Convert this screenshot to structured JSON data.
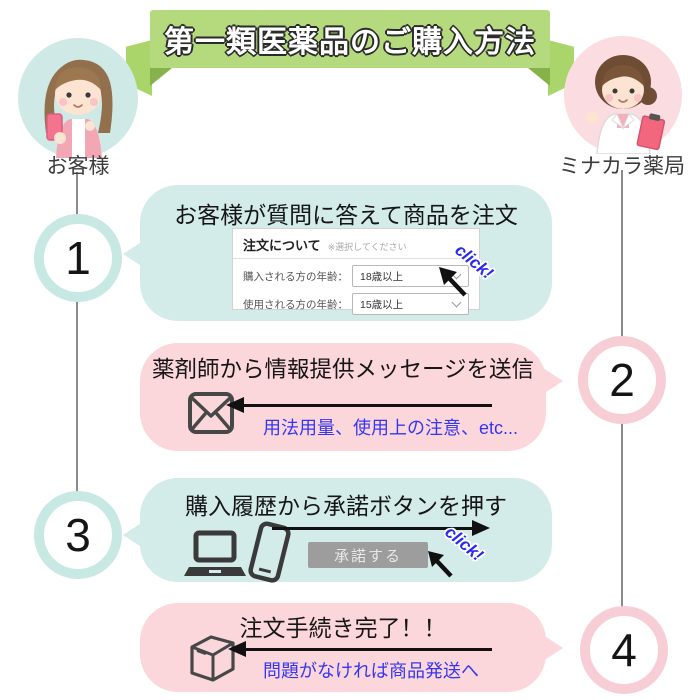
{
  "banner": {
    "title": "第一類医薬品のご購入方法"
  },
  "actors": {
    "customer": {
      "label": "お客様"
    },
    "pharmacy": {
      "label": "ミナカラ薬局"
    }
  },
  "steps": [
    {
      "number": "1",
      "title": "お客様が質問に答えて商品を注文",
      "form": {
        "heading": "注文について",
        "note": "※選択してください",
        "rows": [
          {
            "label": "購入される方の年齢：",
            "value": "18歳以上"
          },
          {
            "label": "使用される方の年齢：",
            "value": "15歳以上"
          }
        ]
      },
      "click_label": "click!"
    },
    {
      "number": "2",
      "title": "薬剤師から情報提供メッセージを送信",
      "note": "用法用量、使用上の注意、etc..."
    },
    {
      "number": "3",
      "title": "購入履歴から承諾ボタンを押す",
      "button_label": "承諾する",
      "click_label": "click!"
    },
    {
      "number": "4",
      "title": "注文手続き完了！！",
      "note": "問題がなければ商品発送へ"
    }
  ],
  "icons": {
    "step1": "cursor-arrow-icon, chevron-down-icon",
    "step2": "envelope-icon, arrow-left-icon",
    "step3": "laptop-icon, smartphone-icon, arrow-right-icon, cursor-arrow-icon",
    "step4": "package-icon, arrow-left-icon"
  },
  "colors": {
    "banner_green": "#b5da7d",
    "banner_fold_green": "#86b24b",
    "banner_tail_green": "#a9d56b",
    "teal_bubble": "#d3ebe9",
    "pink_bubble": "#fbd7db",
    "teal_ring": "#c8e8e4",
    "pink_ring": "#f8ced6",
    "note_blue": "#3636f2",
    "click_blue": "#2a2aef",
    "arrow_black": "#111111",
    "button_gray": "#9d9d9d",
    "line_gray": "#8b8b8b"
  }
}
